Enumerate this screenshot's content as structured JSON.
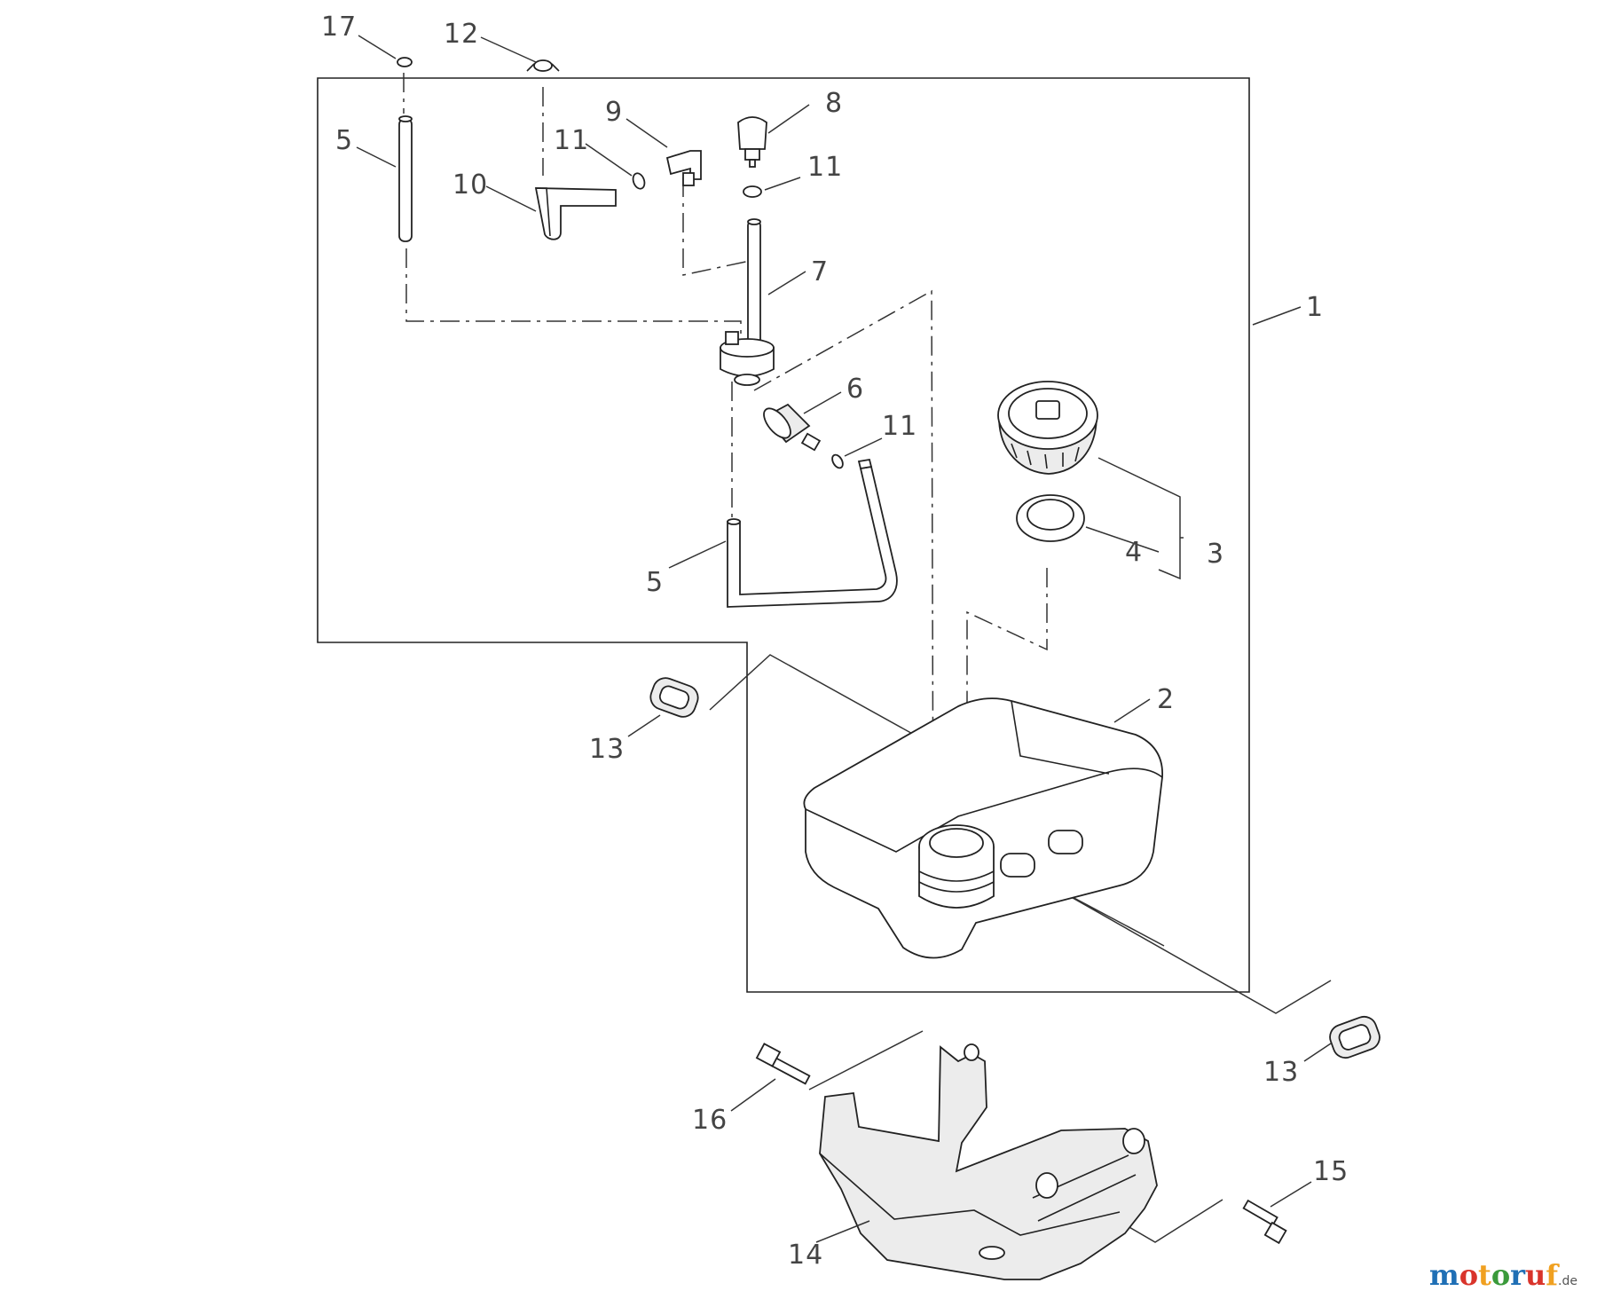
{
  "callouts": [
    {
      "id": "c17",
      "text": "17"
    },
    {
      "id": "c12",
      "text": "12"
    },
    {
      "id": "c5a",
      "text": "5"
    },
    {
      "id": "c9",
      "text": "9"
    },
    {
      "id": "c11a",
      "text": "11"
    },
    {
      "id": "c10",
      "text": "10"
    },
    {
      "id": "c8",
      "text": "8"
    },
    {
      "id": "c11b",
      "text": "11"
    },
    {
      "id": "c7",
      "text": "7"
    },
    {
      "id": "c1",
      "text": "1"
    },
    {
      "id": "c6",
      "text": "6"
    },
    {
      "id": "c11c",
      "text": "11"
    },
    {
      "id": "c4",
      "text": "4"
    },
    {
      "id": "c3",
      "text": "3"
    },
    {
      "id": "c5b",
      "text": "5"
    },
    {
      "id": "c2",
      "text": "2"
    },
    {
      "id": "c13a",
      "text": "13"
    },
    {
      "id": "c13b",
      "text": "13"
    },
    {
      "id": "c16",
      "text": "16"
    },
    {
      "id": "c15",
      "text": "15"
    },
    {
      "id": "c14",
      "text": "14"
    }
  ],
  "watermark": {
    "letters": [
      "m",
      "o",
      "t",
      "o",
      "r",
      "u",
      "f"
    ],
    "colors": [
      "#1f6fb5",
      "#d9342b",
      "#f0a020",
      "#3a9a3a",
      "#1f6fb5",
      "#d9342b",
      "#f0a020"
    ],
    "suffix": ".de"
  }
}
